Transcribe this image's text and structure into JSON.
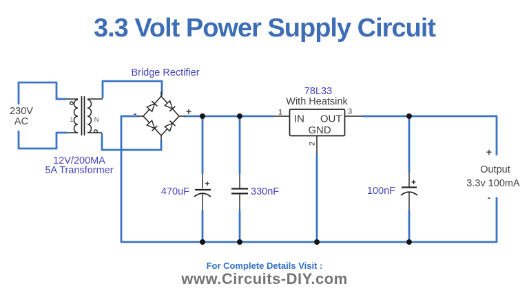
{
  "title": "3.3 Volt Power Supply Circuit",
  "colors": {
    "title_blue": "#3d6eb5",
    "wire_blue": "#3b74c4",
    "label_blue": "#4444bd",
    "text_dark": "#424242",
    "component_black": "#222222",
    "footer_blue": "#2f6fc4",
    "footer_gray": "#757575"
  },
  "source": {
    "line1": "230V",
    "line2": "AC"
  },
  "transformer": {
    "mark_primary": "1",
    "mark_secondary": "N",
    "label_line1": "12V/200MA",
    "label_line2": "5A Transformer"
  },
  "bridge": {
    "label": "Bridge Rectifier",
    "minus": "-",
    "plus": "+"
  },
  "regulator": {
    "part": "78L33",
    "note": "With Heatsink",
    "pin_in": "IN",
    "pin_out": "OUT",
    "pin_gnd": "GND",
    "pin1": "1",
    "pin2": "2",
    "pin3": "3"
  },
  "capacitors": {
    "c1": {
      "label": "470uF",
      "plus": "+"
    },
    "c2": {
      "label": "330nF"
    },
    "c3": {
      "label": "100nF",
      "plus": "+"
    }
  },
  "output": {
    "plus": "+",
    "line1": "Output",
    "line2": "3.3v 100mA",
    "minus": "-"
  },
  "footer": {
    "line1": "For Complete Details Visit :",
    "line2": "www.Circuits-DIY.com"
  }
}
